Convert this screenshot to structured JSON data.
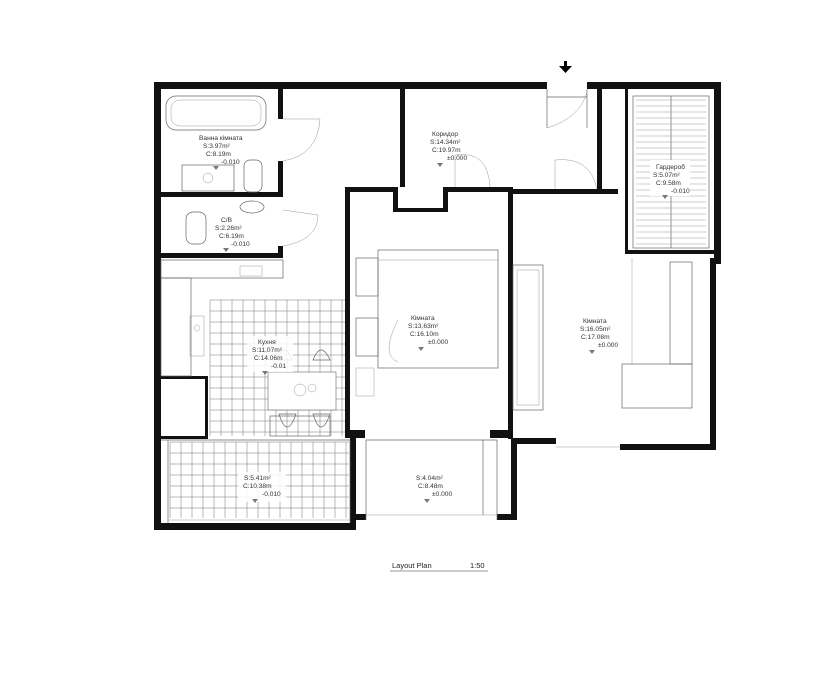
{
  "rooms": {
    "bathroom": {
      "name": "Ванна кімната",
      "area": "S:3.97m²",
      "perimeter": "C:8.19m",
      "level": "-0.010"
    },
    "wc": {
      "name": "С/В",
      "area": "S:2.26m²",
      "perimeter": "C:6.19m",
      "level": "-0.010"
    },
    "corridor": {
      "name": "Коридор",
      "area": "S:14.34m²",
      "perimeter": "C:19.97m",
      "level": "±0.000"
    },
    "wardrobe": {
      "name": "Гардероб",
      "area": "S:5.07m²",
      "perimeter": "C:9.58m",
      "level": "-0.010"
    },
    "room1": {
      "name": "Кімната",
      "area": "S:13.63m²",
      "perimeter": "C:16.10m",
      "level": "±0.000"
    },
    "room2": {
      "name": "Кімната",
      "area": "S:16.05m²",
      "perimeter": "C:17.08m",
      "level": "±0.000"
    },
    "kitchen": {
      "name": "Кухня",
      "area": "S:11.07m²",
      "perimeter": "C:14.06m",
      "level": "-0.01"
    },
    "balcony1": {
      "area": "S:5.41m²",
      "perimeter": "C:10.38m",
      "level": "-0.010"
    },
    "balcony2": {
      "area": "S:4.04m²",
      "perimeter": "C:8.48m",
      "level": "±0.000"
    }
  },
  "footer": {
    "title": "Layout Plan",
    "scale": "1:50"
  },
  "icons": {
    "entrance": "entrance-arrow-icon",
    "level_marker": "level-triangle-icon"
  },
  "colors": {
    "wall": "#111111",
    "line": "#666666",
    "background": "#ffffff"
  }
}
